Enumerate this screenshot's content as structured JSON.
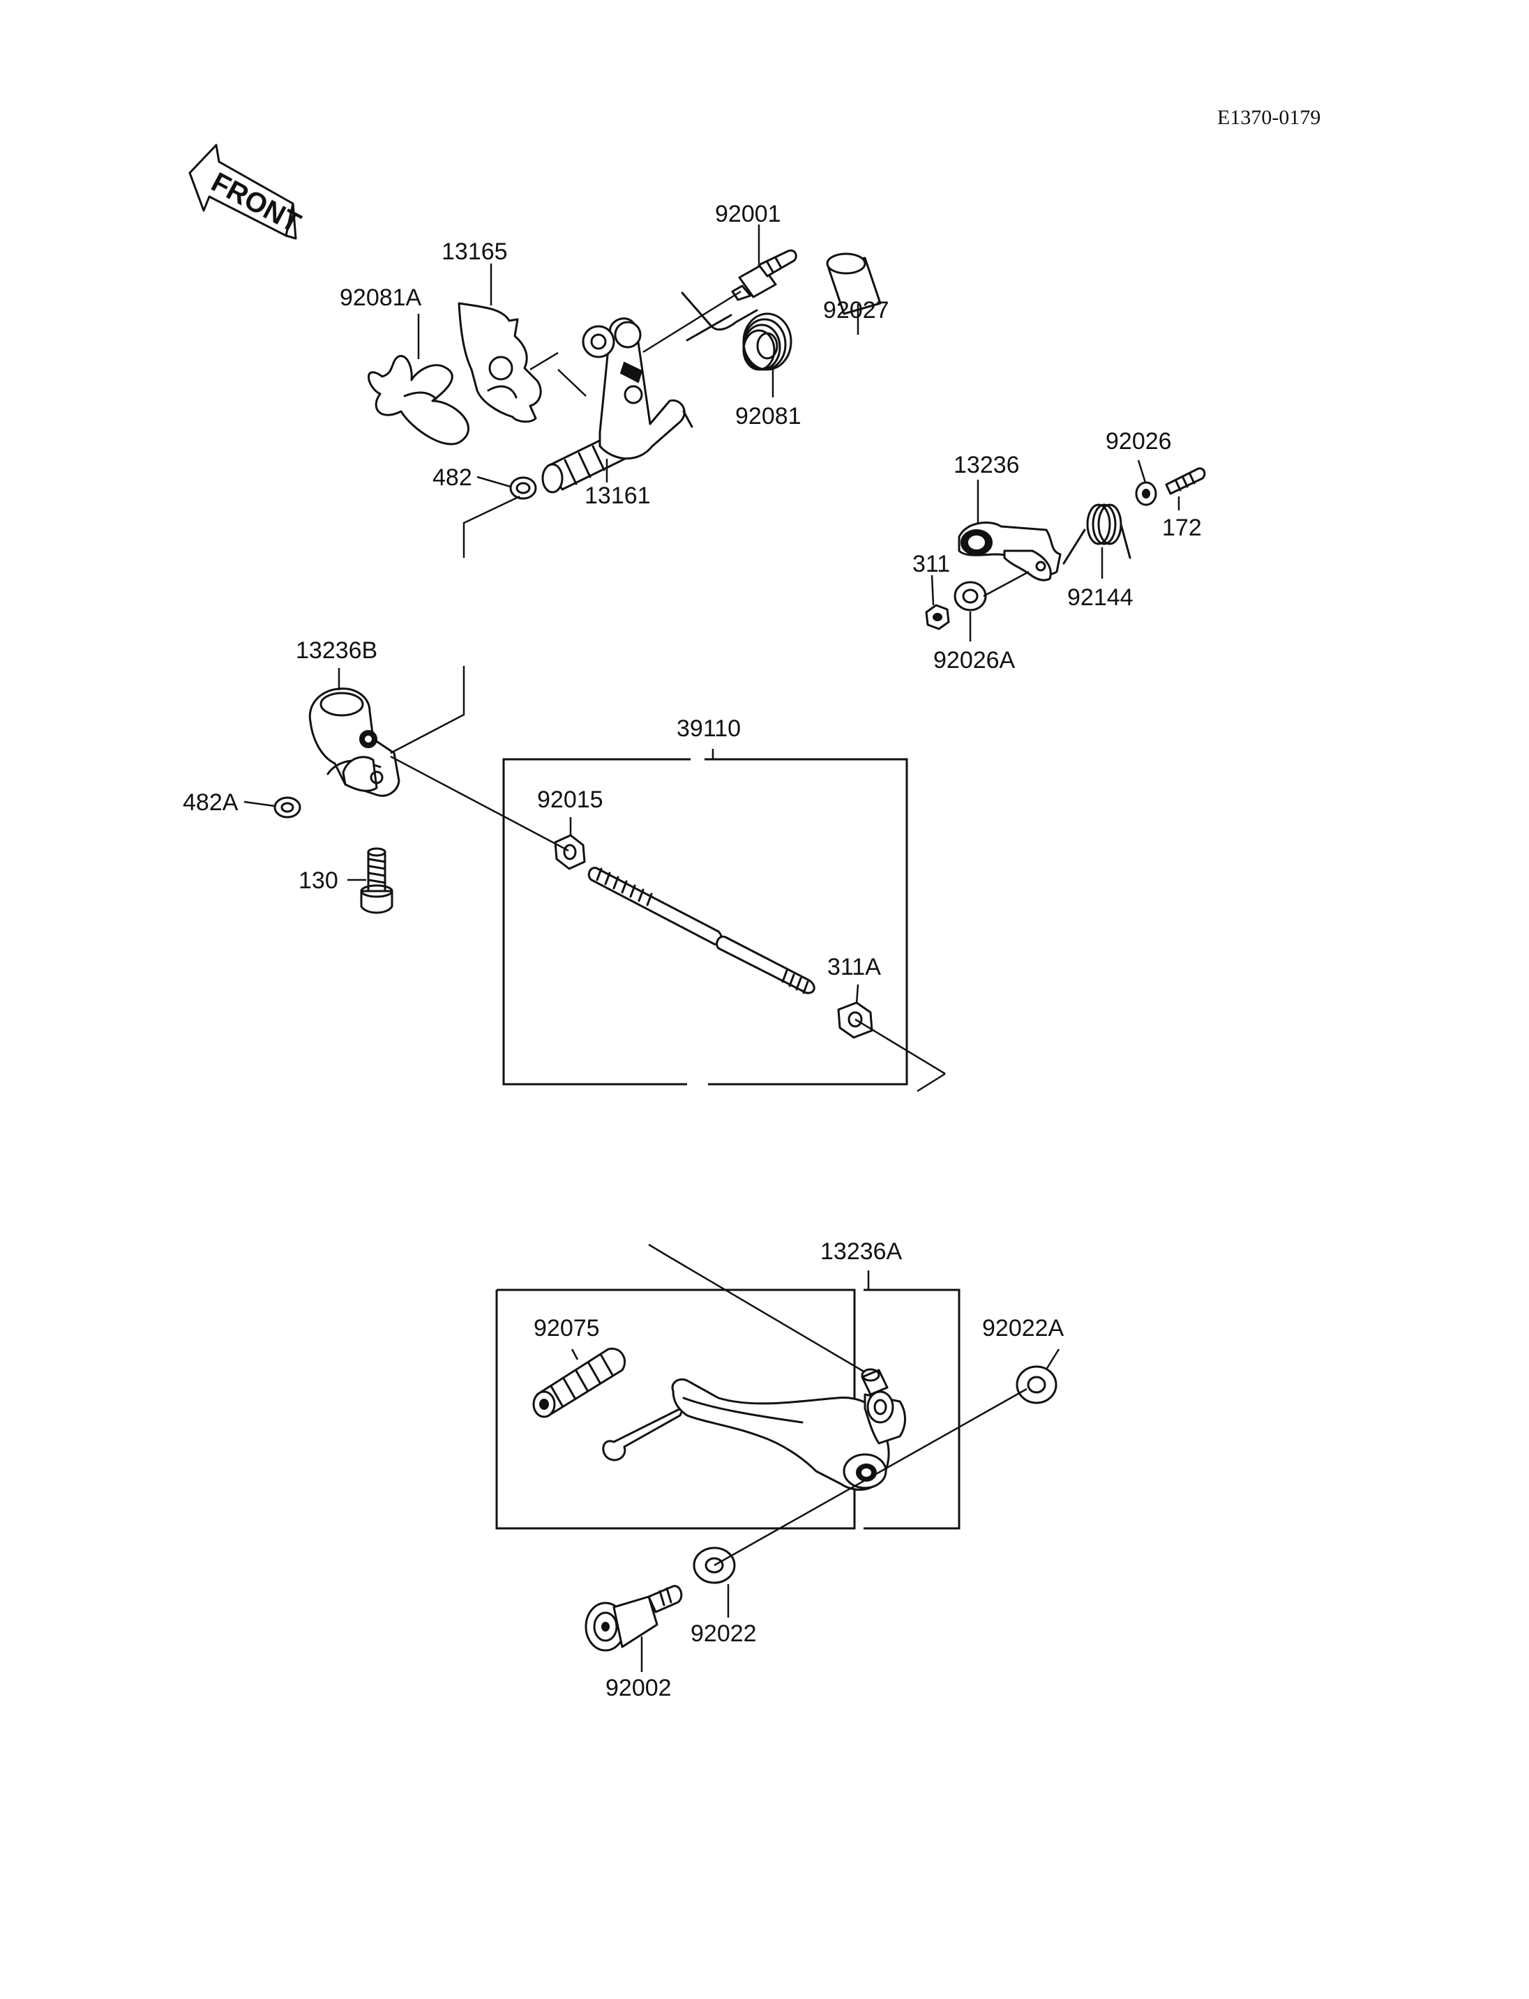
{
  "doc_code": "E1370-0179",
  "front_label": "FRONT",
  "parts": {
    "p92001": "92001",
    "p13165": "13165",
    "p92081A": "92081A",
    "p92027": "92027",
    "p92081": "92081",
    "p482": "482",
    "p13161": "13161",
    "p92026": "92026",
    "p13236": "13236",
    "p172": "172",
    "p311": "311",
    "p92144": "92144",
    "p92026A": "92026A",
    "p13236B": "13236B",
    "p39110": "39110",
    "p482A": "482A",
    "p92015": "92015",
    "p130": "130",
    "p311A": "311A",
    "p13236A": "13236A",
    "p92022A": "92022A",
    "p92075": "92075",
    "p92022": "92022",
    "p92002": "92002"
  }
}
